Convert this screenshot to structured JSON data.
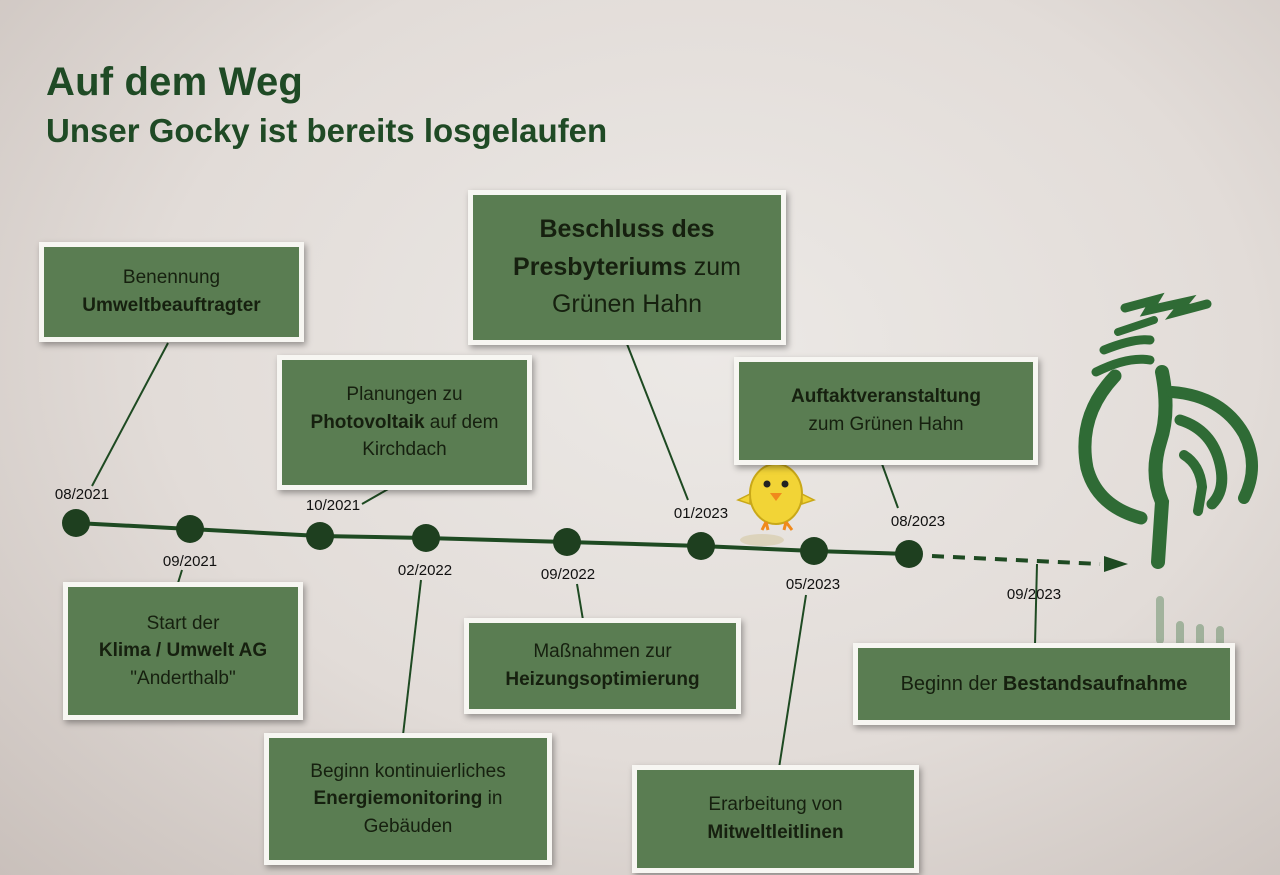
{
  "title": "Auf dem Weg",
  "subtitle": "Unser Gocky ist bereits losgelaufen",
  "dates": {
    "d1": "08/2021",
    "d2": "09/2021",
    "d3": "10/2021",
    "d4": "02/2022",
    "d5": "09/2022",
    "d6": "01/2023",
    "d7": "05/2023",
    "d8": "08/2023",
    "d9": "09/2023"
  },
  "boxes": {
    "b1": {
      "line1": "Benennung",
      "bold": "Umweltbeauftragter"
    },
    "b2": {
      "line1": "Start der",
      "bold": "Klima / Umwelt AG",
      "line3": "\"Anderthalb\""
    },
    "b3": {
      "line1": "Planungen zu",
      "bold": "Photovoltaik",
      "tail": " auf dem",
      "line3": "Kirchdach"
    },
    "b4": {
      "line1": "Beginn kontinuierliches",
      "bold": "Energiemonitoring",
      "tail": " in",
      "line3": "Gebäuden"
    },
    "b5": {
      "line1": "Maßnahmen zur",
      "bold": "Heizungsoptimierung"
    },
    "b6": {
      "bold1": "Beschluss des",
      "bold2": "Presbyteriums",
      "tail": " zum",
      "line3": "Grünen Hahn"
    },
    "b7": {
      "line1": "Erarbeitung von",
      "bold": "Mitweltleitlinen"
    },
    "b8": {
      "bold": "Auftaktveranstaltung",
      "line2": "zum Grünen Hahn"
    },
    "b9": {
      "prefix": "Beginn der ",
      "bold": "Bestandsaufnahme"
    }
  },
  "icons": {
    "mascot": "chick-mascot-icon",
    "logo": "rooster-logo-icon"
  },
  "colors": {
    "title": "#1f4a25",
    "box_fill": "#5a7d52",
    "timeline": "#1e4a22",
    "logo": "#2f6b35"
  }
}
